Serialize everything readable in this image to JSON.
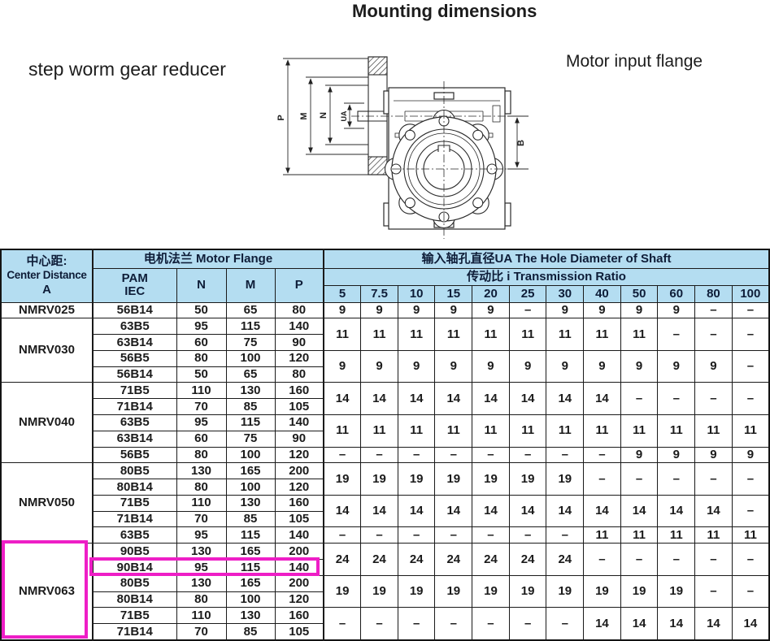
{
  "page": {
    "title": "Mounting dimensions",
    "left_caption": "step worm gear reducer",
    "right_caption": "Motor input flange"
  },
  "drawing": {
    "labels": {
      "p": "P",
      "m": "M",
      "n": "N",
      "ua": "UA",
      "b": "B"
    }
  },
  "colors": {
    "header_bg": "#b4ddf1",
    "highlight": "#ee1ec6"
  },
  "table": {
    "header": {
      "col_a_line1": "中心距:",
      "col_a_line2": "Center Distance",
      "col_a_line3": "A",
      "motor_flange": "电机法兰  Motor Flange",
      "pam_line1": "PAM",
      "pam_line2": "IEC",
      "col_n": "N",
      "col_m": "M",
      "col_p": "P",
      "shaft_title": "输入轴孔直径UA The Hole Diameter of Shaft",
      "ratio_title": "传动比  i Transmission Ratio",
      "ratio_cols": [
        "5",
        "7.5",
        "10",
        "15",
        "20",
        "25",
        "30",
        "40",
        "50",
        "60",
        "80",
        "100"
      ]
    },
    "groups": [
      {
        "model": "NMRV025",
        "rows": [
          [
            "56B14",
            "50",
            "65",
            "80"
          ]
        ],
        "bands": [
          {
            "span": 1,
            "values": [
              "9",
              "9",
              "9",
              "9",
              "9",
              "–",
              "9",
              "9",
              "9",
              "9",
              "–",
              "–"
            ]
          }
        ]
      },
      {
        "model": "NMRV030",
        "rows": [
          [
            "63B5",
            "95",
            "115",
            "140"
          ],
          [
            "63B14",
            "60",
            "75",
            "90"
          ],
          [
            "56B5",
            "80",
            "100",
            "120"
          ],
          [
            "56B14",
            "50",
            "65",
            "80"
          ]
        ],
        "bands": [
          {
            "span": 2,
            "values": [
              "11",
              "11",
              "11",
              "11",
              "11",
              "11",
              "11",
              "11",
              "11",
              "–",
              "–",
              "–"
            ]
          },
          {
            "span": 2,
            "values": [
              "9",
              "9",
              "9",
              "9",
              "9",
              "9",
              "9",
              "9",
              "9",
              "9",
              "9",
              "–"
            ]
          }
        ]
      },
      {
        "model": "NMRV040",
        "rows": [
          [
            "71B5",
            "110",
            "130",
            "160"
          ],
          [
            "71B14",
            "70",
            "85",
            "105"
          ],
          [
            "63B5",
            "95",
            "115",
            "140"
          ],
          [
            "63B14",
            "60",
            "75",
            "90"
          ],
          [
            "56B5",
            "80",
            "100",
            "120"
          ]
        ],
        "bands": [
          {
            "span": 2,
            "values": [
              "14",
              "14",
              "14",
              "14",
              "14",
              "14",
              "14",
              "14",
              "–",
              "–",
              "–",
              "–"
            ]
          },
          {
            "span": 2,
            "values": [
              "11",
              "11",
              "11",
              "11",
              "11",
              "11",
              "11",
              "11",
              "11",
              "11",
              "11",
              "11"
            ]
          },
          {
            "span": 1,
            "values": [
              "–",
              "–",
              "–",
              "–",
              "–",
              "–",
              "–",
              "–",
              "9",
              "9",
              "9",
              "9"
            ]
          }
        ]
      },
      {
        "model": "NMRV050",
        "rows": [
          [
            "80B5",
            "130",
            "165",
            "200"
          ],
          [
            "80B14",
            "80",
            "100",
            "120"
          ],
          [
            "71B5",
            "110",
            "130",
            "160"
          ],
          [
            "71B14",
            "70",
            "85",
            "105"
          ],
          [
            "63B5",
            "95",
            "115",
            "140"
          ]
        ],
        "bands": [
          {
            "span": 2,
            "values": [
              "19",
              "19",
              "19",
              "19",
              "19",
              "19",
              "19",
              "–",
              "–",
              "–",
              "–",
              "–"
            ]
          },
          {
            "span": 2,
            "values": [
              "14",
              "14",
              "14",
              "14",
              "14",
              "14",
              "14",
              "14",
              "14",
              "14",
              "14",
              "–"
            ]
          },
          {
            "span": 1,
            "values": [
              "–",
              "–",
              "–",
              "–",
              "–",
              "–",
              "–",
              "11",
              "11",
              "11",
              "11",
              "11"
            ]
          }
        ]
      },
      {
        "model": "NMRV063",
        "rows": [
          [
            "90B5",
            "130",
            "165",
            "200"
          ],
          [
            "90B14",
            "95",
            "115",
            "140"
          ],
          [
            "80B5",
            "130",
            "165",
            "200"
          ],
          [
            "80B14",
            "80",
            "100",
            "120"
          ],
          [
            "71B5",
            "110",
            "130",
            "160"
          ],
          [
            "71B14",
            "70",
            "85",
            "105"
          ]
        ],
        "bands": [
          {
            "span": 2,
            "values": [
              "24",
              "24",
              "24",
              "24",
              "24",
              "24",
              "24",
              "–",
              "–",
              "–",
              "–",
              "–"
            ]
          },
          {
            "span": 2,
            "values": [
              "19",
              "19",
              "19",
              "19",
              "19",
              "19",
              "19",
              "19",
              "19",
              "19",
              "–",
              "–"
            ]
          },
          {
            "span": 2,
            "values": [
              "–",
              "–",
              "–",
              "–",
              "–",
              "–",
              "–",
              "14",
              "14",
              "14",
              "14",
              "14"
            ]
          }
        ]
      }
    ],
    "highlight": {
      "model": "NMRV063",
      "row": "90B14"
    }
  }
}
